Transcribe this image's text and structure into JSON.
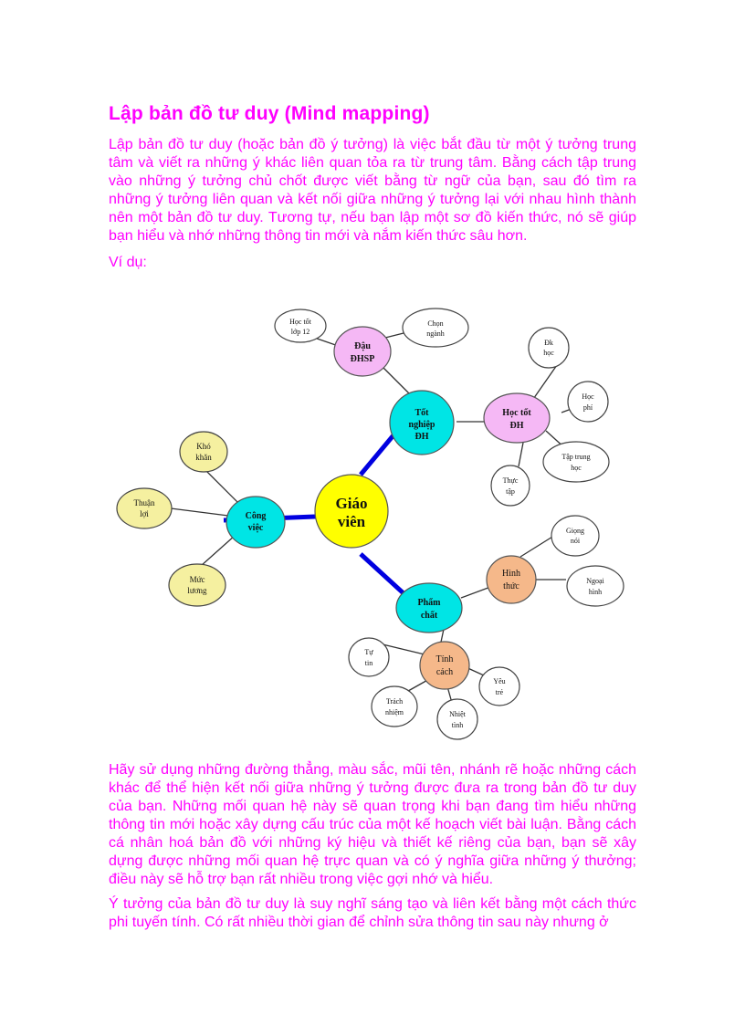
{
  "document": {
    "title": "Lập bản đồ tư duy (Mind mapping)",
    "paragraphs": [
      "Lập bản đồ tư duy (hoặc bản đồ ý tưởng) là việc bắt đầu từ một ý tưởng trung tâm và viết ra những ý khác liên quan tỏa ra từ trung tâm. Bằng cách tập trung vào những ý tưởng chủ chốt được viết bằng từ ngữ của bạn, sau đó tìm ra những ý tưởng liên quan và kết nối giữa những ý tưởng lại với nhau hình thành nên một bản đồ tư duy. Tương tự, nếu bạn lập một sơ đồ kiến thức, nó sẽ giúp bạn hiểu và nhớ những thông tin mới và nắm kiến thức sâu hơn.",
      "Ví dụ:",
      "Hãy sử dụng những đường thẳng, màu sắc, mũi tên, nhánh rẽ hoặc những cách khác để thể hiện kết nối giữa những ý tưởng được đưa ra trong bản đồ tư duy của bạn. Những mối quan hệ này sẽ quan trọng khi bạn đang tìm hiểu những thông tin mới hoặc xây dựng cấu trúc của một kế hoạch viết bài luận. Bằng cách cá nhân hoá bản đồ với những ký hiệu và thiết kế riêng của bạn, bạn sẽ xây dựng được những mối quan hệ trực quan và có ý nghĩa giữa những ý thưởng; điều này sẽ hỗ trợ bạn rất nhiều trong việc gợi nhớ và hiểu.",
      "Ý tưởng của bản đồ tư duy là suy nghĩ sáng tạo và liên kết bằng một cách thức phi tuyến tính. Có rất nhiều thời gian để chỉnh sửa thông tin sau này nhưng ở"
    ],
    "text_color": "#ff00ff"
  },
  "mindmap": {
    "center": {
      "line1": "Giáo",
      "line2": "viên",
      "color": "#ffff00"
    },
    "branches": {
      "tot_nghiep": {
        "line1": "Tốt",
        "line2": "nghiệp",
        "line3": "ĐH",
        "color": "#00e5e5"
      },
      "cong_viec": {
        "line1": "Công",
        "line2": "việc",
        "color": "#00e5e5"
      },
      "pham_chat": {
        "line1": "Phẩm",
        "line2": "chất",
        "color": "#00e5e5"
      },
      "dau_dhsp": {
        "line1": "Đậu",
        "line2": "ĐHSP",
        "color": "#f5b8f5"
      },
      "hoc_tot_dh": {
        "line1": "Học tốt",
        "line2": "ĐH",
        "color": "#f5b8f5"
      },
      "hinh_thuc": {
        "line1": "Hình",
        "line2": "thức",
        "color": "#f5b88a"
      },
      "tinh_cach": {
        "line1": "Tính",
        "line2": "cách",
        "color": "#f5b88a"
      }
    },
    "leaves": {
      "hoc_tot_lop12": {
        "line1": "Học tốt",
        "line2": "lớp 12"
      },
      "chon_nganh": {
        "line1": "Chọn",
        "line2": "ngành"
      },
      "dk_hoc": {
        "line1": "Đk",
        "line2": "học"
      },
      "hoc_phi": {
        "line1": "Học",
        "line2": "phí"
      },
      "tap_trung_hoc": {
        "line1": "Tập trung",
        "line2": "học"
      },
      "thuc_tap": {
        "line1": "Thực",
        "line2": "tập"
      },
      "kho_khan": {
        "line1": "Khó",
        "line2": "khăn"
      },
      "thuan_loi": {
        "line1": "Thuận",
        "line2": "lợi"
      },
      "muc_luong": {
        "line1": "Mức",
        "line2": "lương"
      },
      "giong_noi": {
        "line1": "Giọng",
        "line2": "nói"
      },
      "ngoai_hinh": {
        "line1": "Ngoại",
        "line2": "hình"
      },
      "tu_tin": {
        "line1": "Tự",
        "line2": "tin"
      },
      "yeu_tre": {
        "line1": "Yêu",
        "line2": "trẻ"
      },
      "trach_nhiem": {
        "line1": "Trách",
        "line2": "nhiệm"
      },
      "nhiet_tinh": {
        "line1": "Nhiệt",
        "line2": "tình"
      }
    },
    "leaf_colors": {
      "yellow": "#f5f0a0",
      "white": "#ffffff"
    },
    "connector_main_color": "#0000e0"
  }
}
